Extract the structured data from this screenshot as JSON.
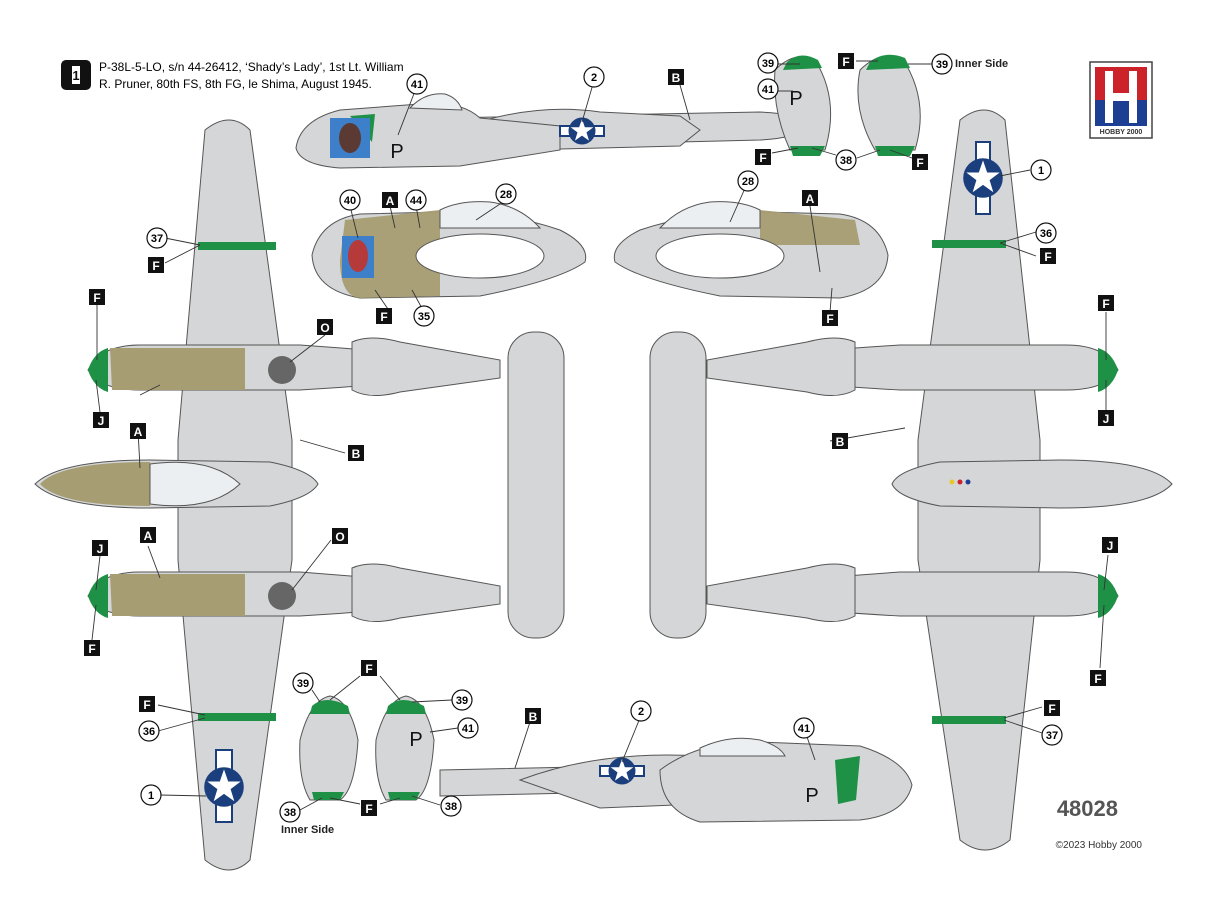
{
  "header": {
    "marking_number": "1",
    "caption_line1": "P-38L-5-LO, s/n 44-26412, ‘Shady’s Lady’, 1st Lt. William",
    "caption_line2": "R. Pruner, 80th FS, 8th FG, le Shima, August 1945."
  },
  "logo": {
    "letter": "H",
    "text": "HOBBY 2000"
  },
  "product_number": "48028",
  "copyright": "©2023 Hobby 2000",
  "labels": {
    "inner_side_top": "Inner Side",
    "inner_side_bottom": "Inner Side"
  },
  "callouts": {
    "c1": "1",
    "c2": "2",
    "c28": "28",
    "c35": "35",
    "c36": "36",
    "c37": "37",
    "c38": "38",
    "c39": "39",
    "c40": "40",
    "c41": "41",
    "c44": "44"
  },
  "paint_codes": {
    "A": "A",
    "B": "B",
    "F": "F",
    "J": "J",
    "O": "O"
  },
  "fuselage_letter": "P",
  "colors": {
    "aircraft_grey": "#d4d6d8",
    "olive_drab": "#a79d72",
    "green": "#1f9147",
    "insignia_blue": "#1b3f7c",
    "logo_red": "#cc2229",
    "logo_blue": "#1c3f94"
  }
}
